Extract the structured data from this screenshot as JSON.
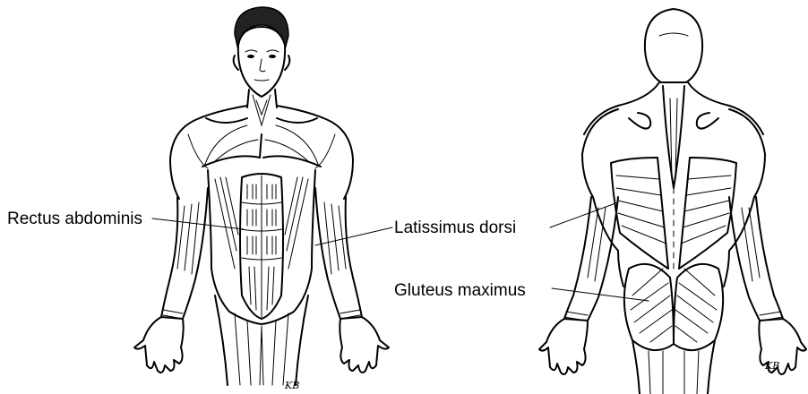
{
  "labels": {
    "rectus_abdominis": "Rectus abdominis",
    "latissimus_dorsi": "Latissimus dorsi",
    "gluteus_maximus": "Gluteus maximus"
  },
  "signature": "KB",
  "colors": {
    "ink": "#000000",
    "background": "#ffffff"
  }
}
